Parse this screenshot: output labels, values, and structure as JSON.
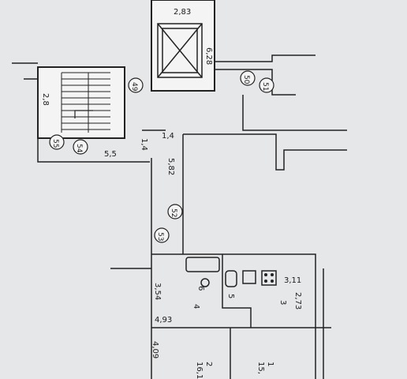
{
  "plan": {
    "labels": {
      "l_283": "2,83",
      "l_628": "6,28",
      "l_28": "2,8",
      "l_14": "1,4",
      "l_582": "5,82",
      "l_55": "5,5",
      "l_354": "3,54",
      "l_493": "4,93",
      "l_409": "4,09",
      "l_311": "3,11",
      "l_273": "2,73",
      "r_6": "6",
      "r_5": "5",
      "r_4": "4",
      "r_3": "3",
      "r_2": "2",
      "r_1": "1",
      "a_161": "16,1",
      "a_15": "15,"
    },
    "markers": {
      "m49": "49",
      "m50": "50",
      "m51": "51",
      "m52": "52",
      "m53": "53",
      "m54": "54",
      "m55": "55"
    }
  }
}
